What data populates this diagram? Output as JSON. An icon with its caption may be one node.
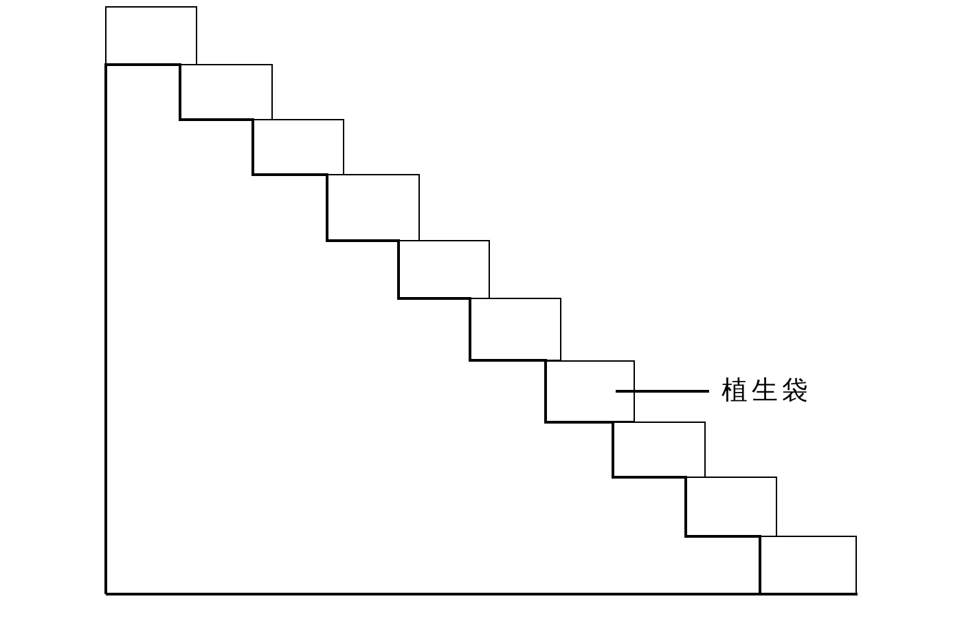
{
  "diagram": {
    "nodes": [
      {
        "text": [
          "植生袋"
        ]
      },
      {
        "text": [],
        "shape": "box"
      }
    ],
    "edges": [
      {
        "from": 0,
        "to": 1,
        "arrow": "none"
      }
    ]
  }
}
